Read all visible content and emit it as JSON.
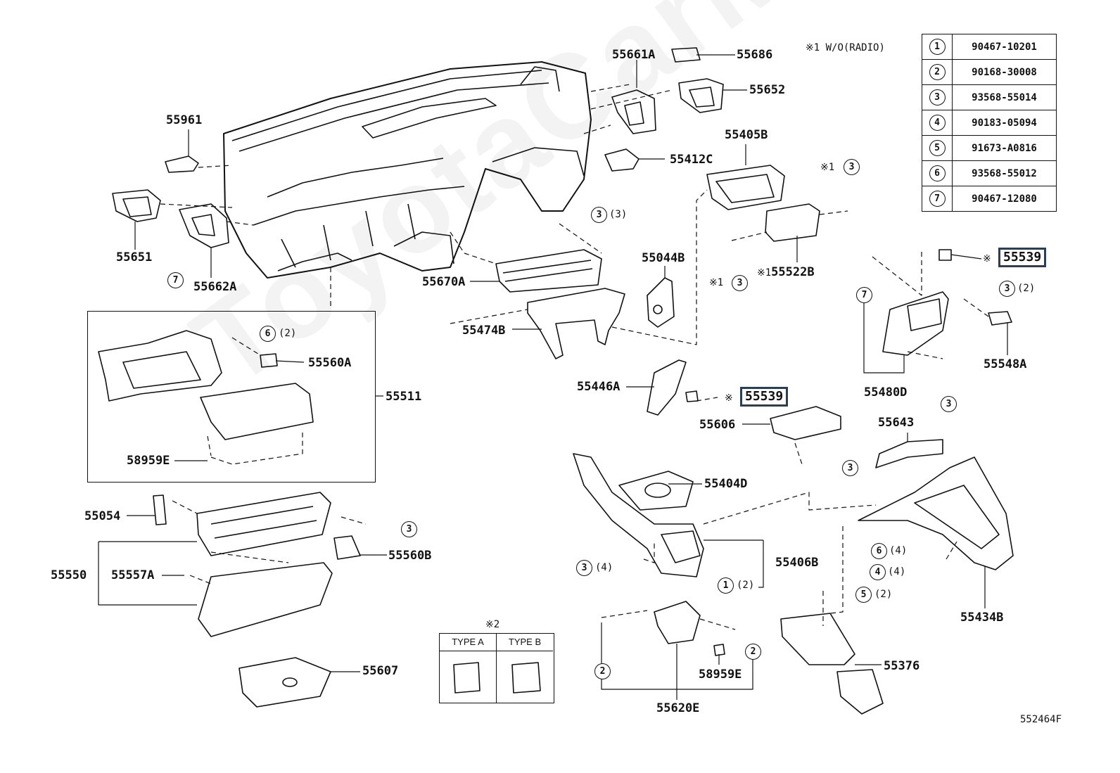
{
  "watermark": "ToyotaCarMine",
  "note": "※1 W/O(RADIO)",
  "figure_id": "552464F",
  "reference_table": [
    {
      "no": "1",
      "part": "90467-10201"
    },
    {
      "no": "2",
      "part": "90168-30008"
    },
    {
      "no": "3",
      "part": "93568-55014"
    },
    {
      "no": "4",
      "part": "90183-05094"
    },
    {
      "no": "5",
      "part": "91673-A0816"
    },
    {
      "no": "6",
      "part": "93568-55012"
    },
    {
      "no": "7",
      "part": "90467-12080"
    }
  ],
  "labels": {
    "p55661A": "55661A",
    "p55686": "55686",
    "p55652": "55652",
    "p55961": "55961",
    "p55412C": "55412C",
    "p55405B": "55405B",
    "p55651": "55651",
    "p55662A": "55662A",
    "p55044B": "55044B",
    "p55522B": "55522B",
    "p55670A": "55670A",
    "p55474B": "55474B",
    "p55539a": "55539",
    "p55548A": "55548A",
    "p55480D": "55480D",
    "p55560A": "55560A",
    "p55511": "55511",
    "p55446A": "55446A",
    "p55539b": "55539",
    "p55606": "55606",
    "p55643": "55643",
    "p58959Ea": "58959E",
    "p55404D": "55404D",
    "p55054": "55054",
    "p55406B": "55406B",
    "p55560B": "55560B",
    "p55550": "55550",
    "p55557A": "55557A",
    "p55434B": "55434B",
    "p55376": "55376",
    "p55607": "55607",
    "p58959Eb": "58959E",
    "p55620E": "55620E"
  },
  "mark1": "※1",
  "mark2": "※2",
  "mark": "※",
  "type_a": "TYPE A",
  "type_b": "TYPE B",
  "qty": {
    "q2": "(2)",
    "q3": "(3)",
    "q4": "(4)"
  }
}
